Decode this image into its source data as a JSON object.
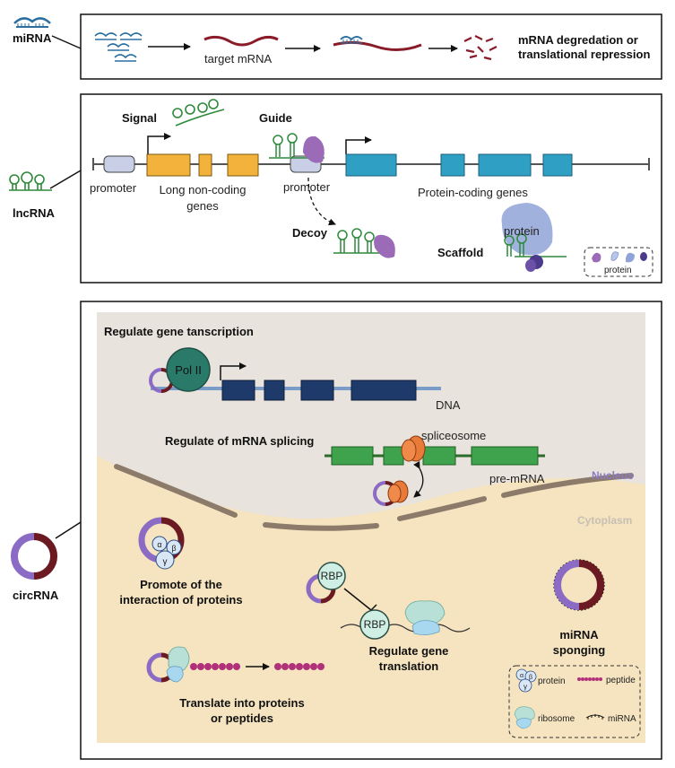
{
  "mirna": {
    "label": "miRNA",
    "target_mrna": "target mRNA",
    "outcome_line1": "mRNA degredation or",
    "outcome_line2": "translational repression"
  },
  "lncrna": {
    "label": "lncRNA",
    "signal": "Signal",
    "guide": "Guide",
    "decoy": "Decoy",
    "scaffold": "Scaffold",
    "promoter_left": "promoter",
    "promoter_mid": "promoter",
    "long_noncoding_line1": "Long non-coding",
    "long_noncoding_line2": "genes",
    "protein_coding": "Protein-coding genes",
    "protein": "protein",
    "legend_protein": "protein"
  },
  "circrna": {
    "label": "circRNA",
    "transcription_title": "Regulate gene tanscription",
    "pol2": "Pol II",
    "dna": "DNA",
    "splicing_title": "Regulate of mRNA splicing",
    "spliceosome": "spliceosome",
    "pre_mrna": "pre-mRNA",
    "nucleus": "Nucleus",
    "cytoplasm": "Cytoplasm",
    "interaction_line1": "Promote of the",
    "interaction_line2": "interaction of proteins",
    "alpha": "α",
    "beta": "β",
    "gamma": "γ",
    "rbp_top": "RBP",
    "rbp_bottom": "RBP",
    "translation_line1": "Regulate gene",
    "translation_line2": "translation",
    "sponging_line1": "miRNA",
    "sponging_line2": "sponging",
    "translate_line1": "Translate into proteins",
    "translate_line2": "or peptides",
    "legend": {
      "protein": "protein",
      "peptide": "peptide",
      "ribosome": "ribosome",
      "mirna": "miRNA",
      "alpha": "α",
      "beta": "β",
      "gamma": "γ"
    }
  },
  "colors": {
    "purple": "#8b6bc4",
    "maroon": "#6b1a22",
    "orange_exon": "#f2b23c",
    "blue_exon": "#2f9fc4",
    "navy_exon": "#1e3a6b",
    "green_exon": "#3fa34d",
    "nucleus_bg": "#e8e3dc",
    "cytoplasm_bg": "#f5e4bf",
    "rna_green": "#2d8a3a",
    "mrna_red": "#8a1c2a",
    "mirna_blue": "#2a6fa0"
  }
}
